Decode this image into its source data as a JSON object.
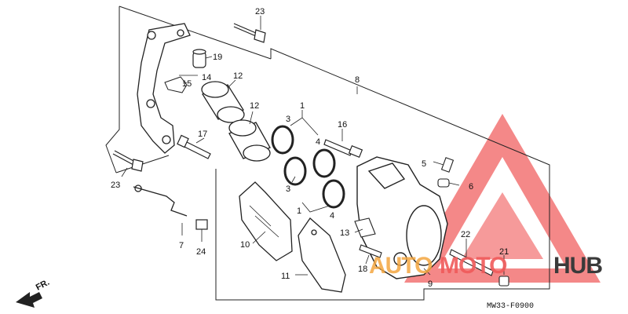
{
  "diagram": {
    "code": "MW33-F0900",
    "direction": "FR.",
    "callouts": [
      {
        "id": "c23a",
        "text": "23"
      },
      {
        "id": "c19",
        "text": "19"
      },
      {
        "id": "c14",
        "text": "14"
      },
      {
        "id": "c15",
        "text": "15"
      },
      {
        "id": "c12a",
        "text": "12"
      },
      {
        "id": "c12b",
        "text": "12"
      },
      {
        "id": "c8",
        "text": "8"
      },
      {
        "id": "c1a",
        "text": "1"
      },
      {
        "id": "c3a",
        "text": "3"
      },
      {
        "id": "c4a",
        "text": "4"
      },
      {
        "id": "c16",
        "text": "16"
      },
      {
        "id": "c17",
        "text": "17"
      },
      {
        "id": "c23b",
        "text": "23"
      },
      {
        "id": "c3b",
        "text": "3"
      },
      {
        "id": "c1b",
        "text": "1"
      },
      {
        "id": "c4b",
        "text": "4"
      },
      {
        "id": "c5",
        "text": "5"
      },
      {
        "id": "c6",
        "text": "6"
      },
      {
        "id": "c13",
        "text": "13"
      },
      {
        "id": "c10",
        "text": "10"
      },
      {
        "id": "c7",
        "text": "7"
      },
      {
        "id": "c24",
        "text": "24"
      },
      {
        "id": "c22",
        "text": "22"
      },
      {
        "id": "c11",
        "text": "11"
      },
      {
        "id": "c18",
        "text": "18"
      },
      {
        "id": "c9",
        "text": "9"
      },
      {
        "id": "c21",
        "text": "21"
      }
    ]
  },
  "watermark": {
    "part1": "AUTO",
    "part2": "MOTO",
    "part3": "HUB",
    "colors": {
      "red": "#f05a5a",
      "orange": "#f4a640",
      "dark": "#3a3a3a"
    }
  }
}
